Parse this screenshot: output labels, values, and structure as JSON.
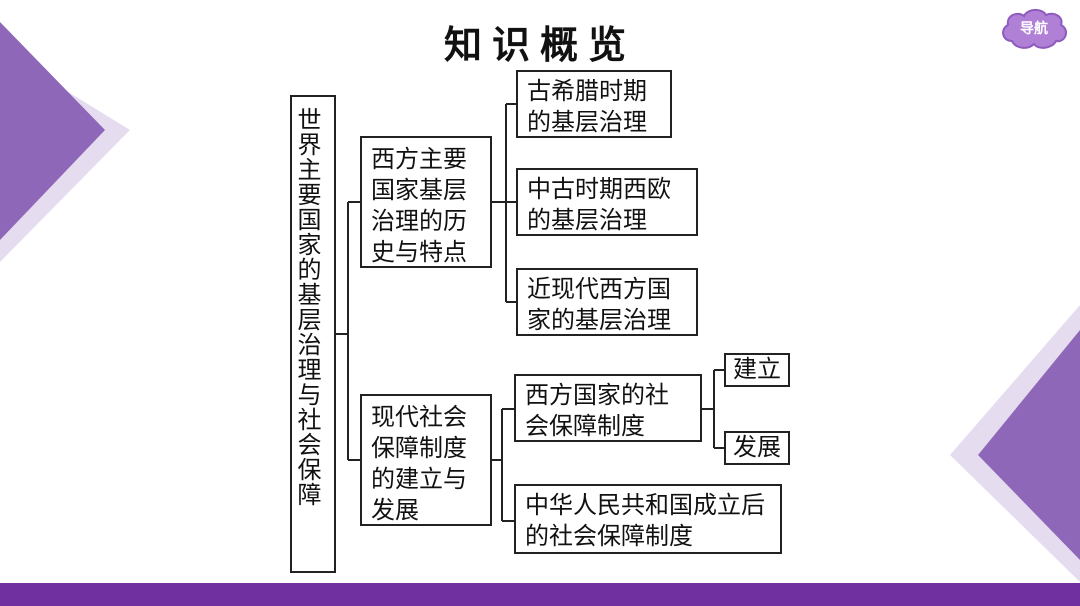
{
  "title": "知识概览",
  "nav_label": "导航",
  "root": "世界主要国家的基层治理与社会保障",
  "branches": [
    {
      "label": "西方主要国家基层治理的历史与特点",
      "children": [
        "古希腊时期的基层治理",
        "中古时期西欧的基层治理",
        "近现代西方国家的基层治理"
      ]
    },
    {
      "label": "现代社会保障制度的建立与发展",
      "children": [
        "西方国家的社会保障制度",
        "中华人民共和国成立后的社会保障制度"
      ]
    }
  ],
  "subchildren": [
    "建立",
    "发展"
  ],
  "colors": {
    "accent": "#7030a0",
    "triangle_dark": "#8e63b8",
    "triangle_light": "#e3d6ee",
    "nav_bubble": "#b07fd6"
  }
}
